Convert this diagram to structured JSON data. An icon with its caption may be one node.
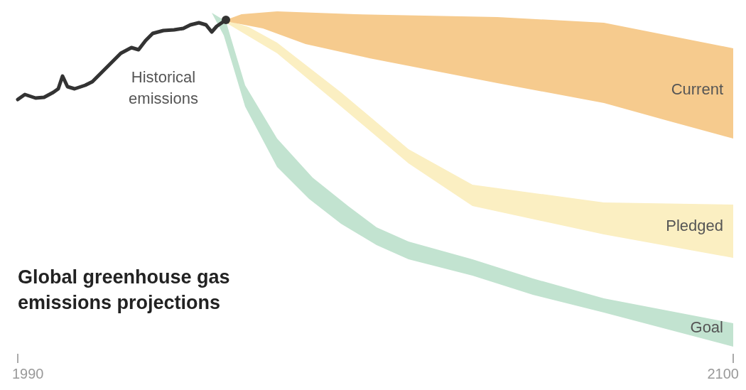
{
  "diagram": {
    "title": "Global greenhouse gas emissions projections",
    "labels": [
      "Historical emissions",
      "Current",
      "Pledged",
      "Goal",
      "1990",
      "2100"
    ]
  }
}
